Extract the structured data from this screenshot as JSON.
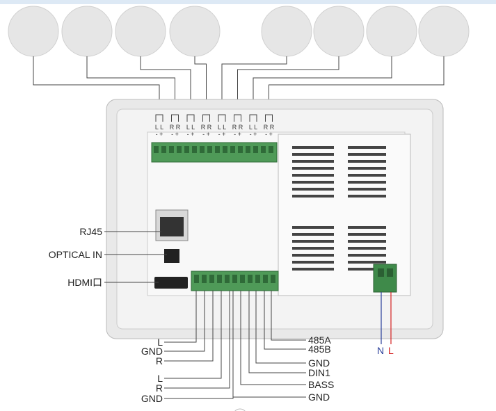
{
  "speakers": {
    "count": 8
  },
  "top_terminals": [
    {
      "channel": "L",
      "letters": "L L",
      "polarity": "- +"
    },
    {
      "channel": "R",
      "letters": "R R",
      "polarity": "- +"
    },
    {
      "channel": "L",
      "letters": "L L",
      "polarity": "- +"
    },
    {
      "channel": "R",
      "letters": "R R",
      "polarity": "- +"
    },
    {
      "channel": "L",
      "letters": "L L",
      "polarity": "- +"
    },
    {
      "channel": "R",
      "letters": "R R",
      "polarity": "- +"
    },
    {
      "channel": "L",
      "letters": "L L",
      "polarity": "- +"
    },
    {
      "channel": "R",
      "letters": "R R",
      "polarity": "- +"
    }
  ],
  "ports": {
    "rj45": "RJ45",
    "optical": "OPTICAL IN",
    "hdmi": "HDMI口"
  },
  "bottom_left": [
    "L",
    "GND",
    "R",
    "L",
    "R",
    "GND"
  ],
  "bottom_right": [
    "485A",
    "485B",
    "GND",
    "DIN1",
    "BASS",
    "GND"
  ],
  "power": {
    "n": "N",
    "l": "L"
  },
  "colors": {
    "neutral": "#2a3f9a",
    "live": "#d42020",
    "terminal": "#4f9a58"
  }
}
